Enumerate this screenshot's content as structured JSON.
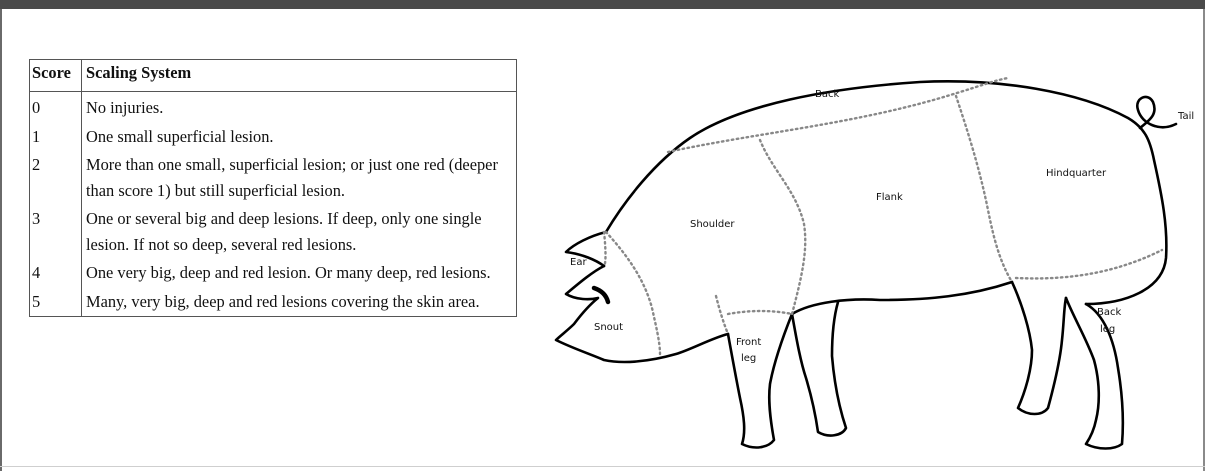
{
  "table": {
    "headers": {
      "score": "Score",
      "system": "Scaling System"
    },
    "rows": [
      {
        "score": "0",
        "description": "No injuries."
      },
      {
        "score": "1",
        "description": "One small superficial lesion."
      },
      {
        "score": "2",
        "description": "More than one small, superficial lesion; or just one red (deeper than score 1) but still superficial lesion."
      },
      {
        "score": "3",
        "description": "One or several big and deep lesions. If deep, only one single lesion. If not so deep, several red lesions."
      },
      {
        "score": "4",
        "description": "One very big, deep and red lesion. Or many deep, red lesions."
      },
      {
        "score": "5",
        "description": "Many, very big, deep and red lesions covering the skin area."
      }
    ]
  },
  "diagram": {
    "labels": {
      "back": "Back",
      "tail": "Tail",
      "hindquarter": "Hindquarter",
      "flank": "Flank",
      "shoulder": "Shoulder",
      "ear": "Ear",
      "snout": "Snout",
      "front_leg_1": "Front",
      "front_leg_2": "leg",
      "back_leg_1": "Back",
      "back_leg_2": "leg"
    },
    "colors": {
      "outline": "#000000",
      "region_divider": "#888888"
    }
  }
}
